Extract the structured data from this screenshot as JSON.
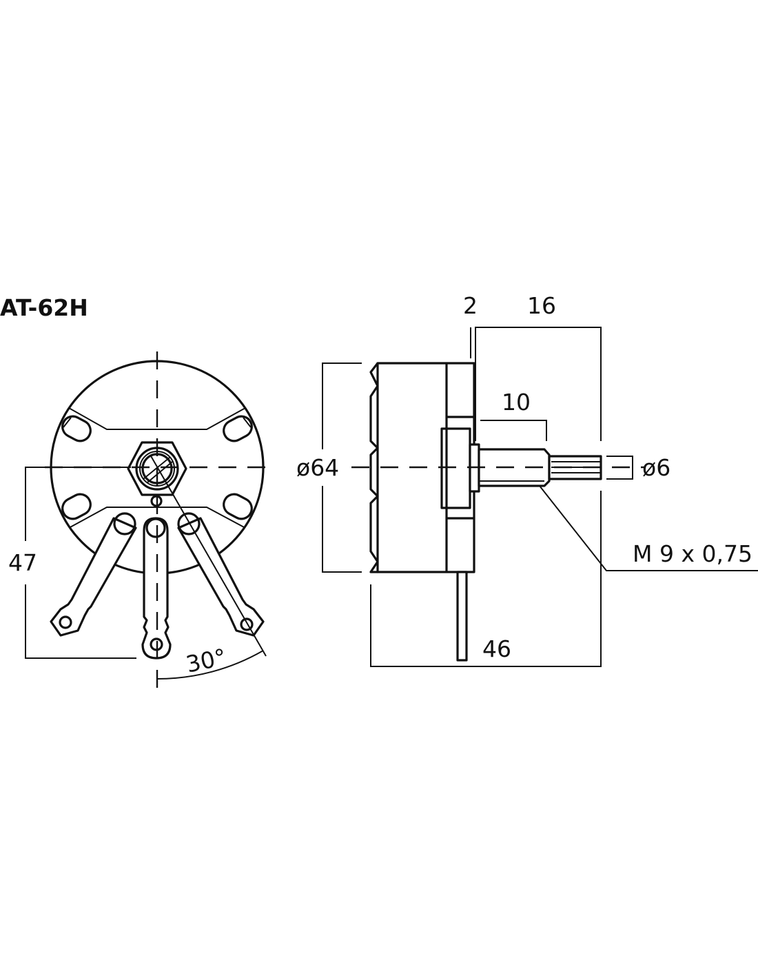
{
  "title": "AT-62H",
  "front_view": {
    "height_dim": "47",
    "angle_dim": "30°"
  },
  "side_view": {
    "diameter_body": "ø64",
    "diameter_shaft": "ø6",
    "flange_dim": "2",
    "shaft_length_dim": "16",
    "bushing_length_dim": "10",
    "thread_spec": "M 9 x 0,75",
    "total_length_dim": "46"
  },
  "colors": {
    "line": "#111111",
    "background": "#ffffff"
  }
}
